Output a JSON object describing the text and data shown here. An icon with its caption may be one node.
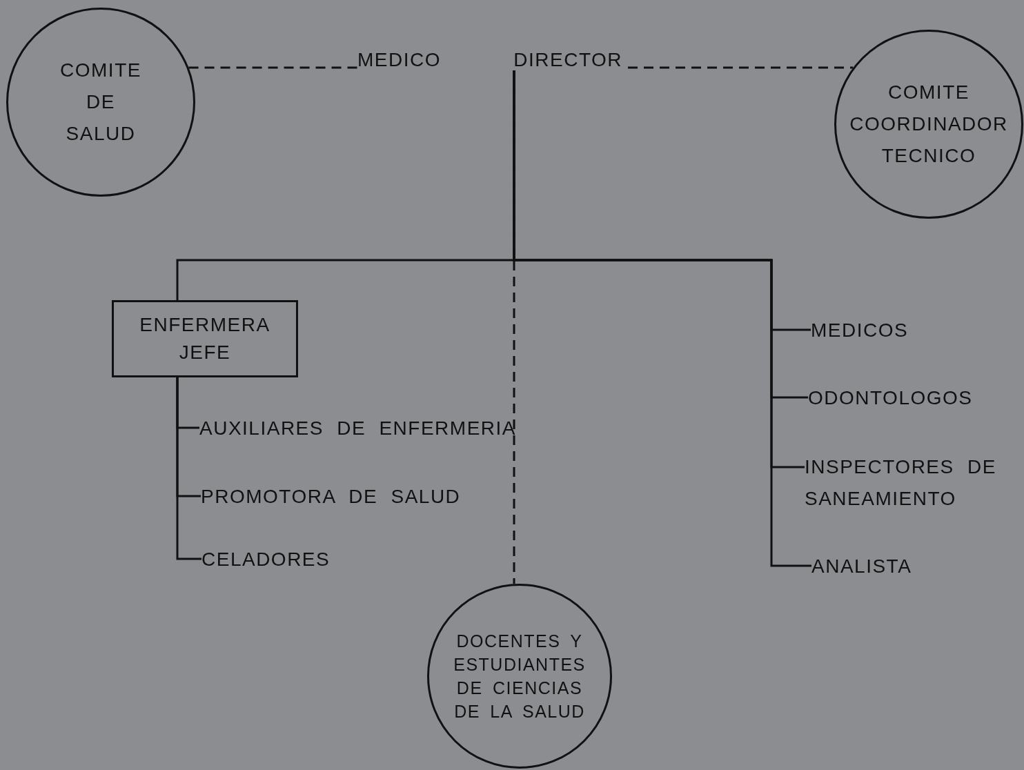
{
  "diagram": {
    "nodes": [
      {
        "text": [
          "COMITE DE SALUD"
        ]
      },
      {
        "text": [
          "MEDICO DIRECTOR"
        ]
      },
      {
        "text": [
          "COMITE COORDINADOR TECNICO"
        ]
      },
      {
        "text": [
          "ENFERMERA JEFE"
        ]
      },
      {
        "text": [
          "AUXILIARES DE ENFERMERIA"
        ]
      },
      {
        "text": [
          "PROMOTORA DE SALUD"
        ]
      },
      {
        "text": [
          "CELADORES"
        ]
      },
      {
        "text": [
          "MEDICOS"
        ]
      },
      {
        "text": [
          "ODONTOLOGOS"
        ]
      },
      {
        "text": [
          "INSPECTORES DE SANEAMIENTO"
        ]
      },
      {
        "text": [
          "ANALISTA"
        ]
      },
      {
        "text": [
          "DOCENTES Y ESTUDIANTES DE CIENCIAS DE LA SALUD"
        ]
      }
    ],
    "edges": [
      {
        "from": 0,
        "to": 1,
        "arrow": "none",
        "style": "dashed"
      },
      {
        "from": 1,
        "to": 2,
        "arrow": "none",
        "style": "dashed"
      },
      {
        "from": 1,
        "to": 3,
        "arrow": "none"
      },
      {
        "from": 1,
        "to": 7,
        "arrow": "none"
      },
      {
        "from": 1,
        "to": 8,
        "arrow": "none"
      },
      {
        "from": 1,
        "to": 9,
        "arrow": "none"
      },
      {
        "from": 1,
        "to": 10,
        "arrow": "none"
      },
      {
        "from": 1,
        "to": 11,
        "arrow": "none",
        "style": "dashed"
      },
      {
        "from": 3,
        "to": 4,
        "arrow": "none"
      },
      {
        "from": 3,
        "to": 5,
        "arrow": "none"
      },
      {
        "from": 3,
        "to": 6,
        "arrow": "none"
      }
    ]
  }
}
